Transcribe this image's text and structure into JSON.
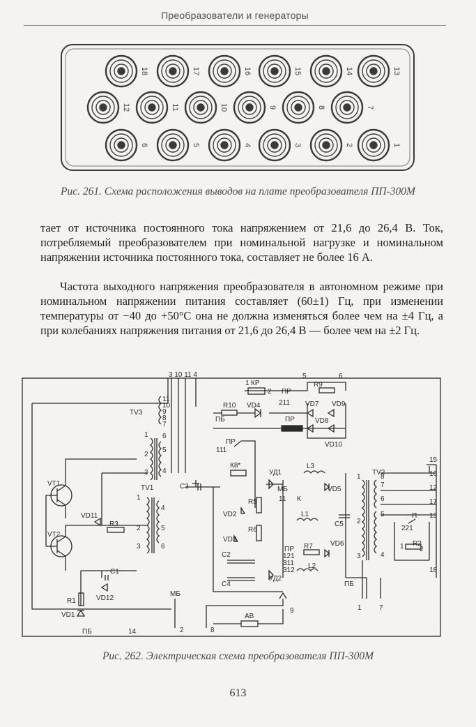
{
  "header": {
    "title": "Преобразователи и генераторы"
  },
  "figure1": {
    "caption": "Рис. 261. Схема расположения выводов на плате преобразователя ПП-300М",
    "terminals_top": [
      "18",
      "17",
      "16",
      "15",
      "14",
      "13"
    ],
    "terminals_mid": [
      "12",
      "11",
      "10",
      "9",
      "8",
      "7"
    ],
    "terminals_bot": [
      "6",
      "5",
      "4",
      "3",
      "2",
      "1"
    ]
  },
  "body_text": {
    "para1": "тает от источника постоянного тока напряжением от 21,6 до 26,4 В. Ток, потребляемый преобразователем при номинальной нагрузке и номинальном напряжении источника постоянного тока, составляет не более 16 А.",
    "para2": "Частота выходного напряжения преобразователя в автономном режиме при номинальном напряжении питания составляет (60±1) Гц, при изменении температуры от −40 до +50°С она не должна изменяться более чем на ±4 Гц, а при колебаниях напряжения питания от 21,6 до 26,4 В — более чем на ±2 Гц."
  },
  "figure2": {
    "caption": "Рис. 262. Электрическая схема преобразователя ПП-300М",
    "labels": {
      "top_terms": "3 10 11 4",
      "t5": "5",
      "t6": "6",
      "kp": "КР",
      "pr1": "ПР",
      "r9": "R9",
      "n1": "1",
      "n2": "2",
      "n211": "211",
      "tv3": "TV3",
      "tv3_pins": [
        "11",
        "10",
        "9",
        "8",
        "7"
      ],
      "w1": "1",
      "w2": "2",
      "w3": "3",
      "w4": "4",
      "w5": "5",
      "w6": "6",
      "r10": "R10",
      "vd4": "VD4",
      "vd7": "VD7",
      "vd9": "VD9",
      "vd8": "VD8",
      "vd10": "VD10",
      "pr2": "ПР",
      "pb1": "ПБ",
      "pr3": "ПР",
      "n111": "111",
      "k8": "К8*",
      "c3": "С3",
      "tv1": "TV1",
      "vt1": "VT1",
      "vt2": "VT2",
      "vd11": "VD11",
      "r3": "R3",
      "ud1": "УД1",
      "mb1": "МБ",
      "k": "К",
      "n11": "11",
      "l3": "L3",
      "vd5": "VD5",
      "r5": "R5",
      "vd2": "VD2",
      "r6": "R6",
      "vd3": "VD3",
      "l1": "L1",
      "c5": "C5",
      "pr4": "ПР",
      "n121": "121",
      "r7": "R7",
      "vd6": "VD6",
      "n311": "311",
      "n312": "312",
      "l2": "L2",
      "c2": "С2",
      "c4": "С4",
      "ud2": "УД2",
      "c1": "С1",
      "vd12": "VD12",
      "r1": "R1",
      "vd1": "VD1",
      "pb2": "ПБ",
      "n14": "14",
      "mb2": "МБ",
      "n2b": "2",
      "n8": "8",
      "n9": "9",
      "av": "АВ",
      "pb3": "ПБ",
      "n1b": "1",
      "n7": "7",
      "tv2": "TV2",
      "tv2_left": [
        "1",
        "2",
        "3"
      ],
      "tv2_right": [
        "8",
        "7",
        "6",
        "5",
        "4"
      ],
      "p": "П",
      "n221": "221",
      "r2": "R2",
      "n1c": "1",
      "n2c": "2",
      "out": [
        "15",
        "16",
        "12",
        "17",
        "13",
        "18"
      ]
    }
  },
  "page_number": "613"
}
